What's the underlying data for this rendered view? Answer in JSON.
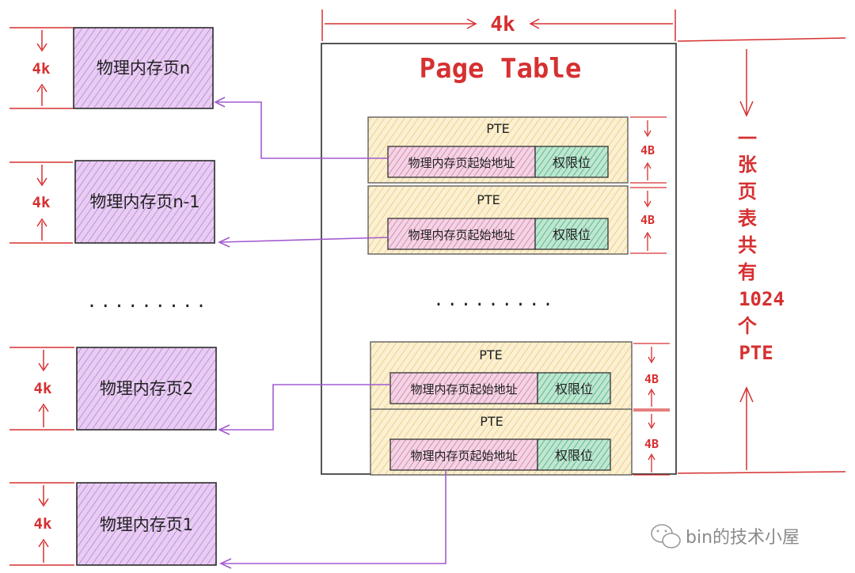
{
  "page_table": {
    "title": "Page Table",
    "width_label": "4k",
    "ellipsis": "........."
  },
  "pte": {
    "label": "PTE",
    "address_field": "物理内存页起始地址",
    "permission_field": "权限位",
    "size_label": "4B"
  },
  "physical_pages": {
    "size_label": "4k",
    "ellipsis": ".........",
    "items": [
      {
        "label": "物理内存页n"
      },
      {
        "label": "物理内存页n-1"
      },
      {
        "label": "物理内存页2"
      },
      {
        "label": "物理内存页1"
      }
    ]
  },
  "side_note": {
    "chars": [
      "一",
      "张",
      "页",
      "表",
      "共",
      "有",
      "1024",
      "个",
      "PTE"
    ]
  },
  "watermark": "bin的技术小屋",
  "colors": {
    "red": "#d63031",
    "purple_fill": "#e6c6f0",
    "purple_stroke": "#2b2b2b",
    "yellow_fill": "#f8e7bd",
    "yellow_stroke": "#e5bf6a",
    "pink_fill": "#efc3d6",
    "green_fill": "#9fd6bb",
    "arrow_purple": "#a25bd0"
  }
}
